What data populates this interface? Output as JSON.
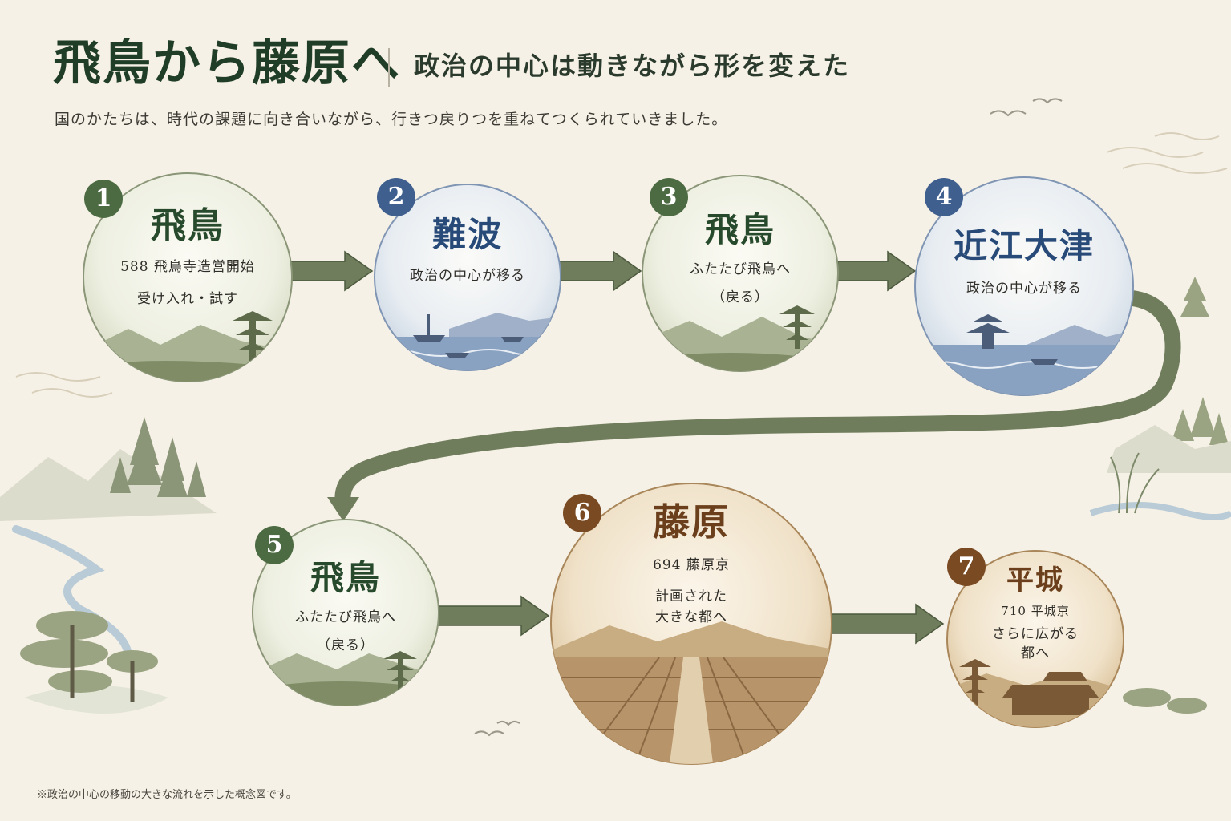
{
  "header": {
    "title": "飛鳥から藤原へ",
    "subtitle": "政治の中心は動きながら形を変えた",
    "lead": "国のかたちは、時代の課題に向き合いながら、行きつ戻りつを重ねてつくられていきました。"
  },
  "nodes": [
    {
      "number": "1",
      "place": "飛鳥",
      "lines": [
        "588 飛鳥寺造営開始",
        "受け入れ・試す"
      ]
    },
    {
      "number": "2",
      "place": "難波",
      "lines": [
        "政治の中心が移る"
      ]
    },
    {
      "number": "3",
      "place": "飛鳥",
      "lines": [
        "ふたたび飛鳥へ",
        "（戻る）"
      ]
    },
    {
      "number": "4",
      "place": "近江大津",
      "lines": [
        "政治の中心が移る"
      ]
    },
    {
      "number": "5",
      "place": "飛鳥",
      "lines": [
        "ふたたび飛鳥へ",
        "（戻る）"
      ]
    },
    {
      "number": "6",
      "place": "藤原",
      "lines": [
        "694 藤原京",
        "計画された",
        "大きな都へ"
      ]
    },
    {
      "number": "7",
      "place": "平城",
      "lines": [
        "710 平城京",
        "さらに広がる",
        "都へ"
      ]
    }
  ],
  "footnote": "※政治の中心の移動の大きな流れを示した概念図です。",
  "colors": {
    "green": "#4c6b42",
    "blue": "#3f5f8f",
    "brown": "#7a4a22",
    "arrow": "#6f7d5c",
    "background": "#f6f1e6"
  }
}
